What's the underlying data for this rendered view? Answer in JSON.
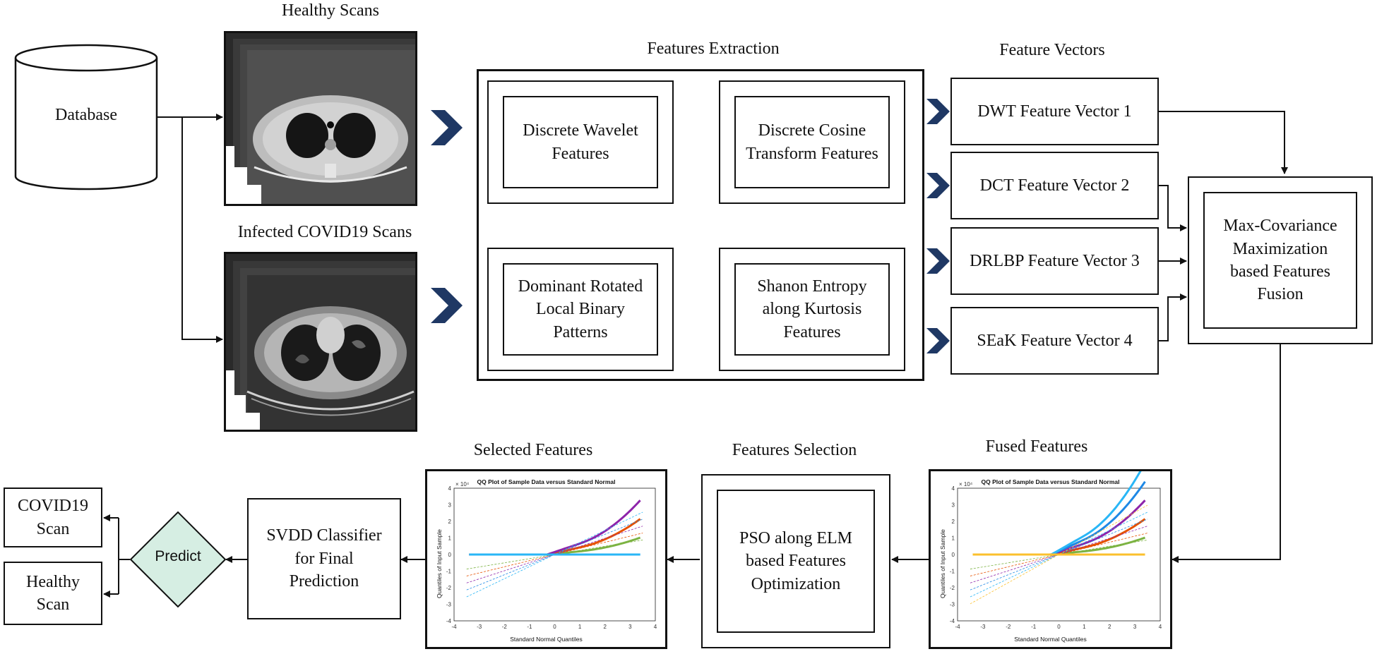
{
  "labels": {
    "healthy_scans": "Healthy Scans",
    "infected_scans": "Infected COVID19 Scans",
    "features_extraction": "Features Extraction",
    "feature_vectors": "Feature Vectors",
    "fused_features": "Fused Features",
    "features_selection": "Features Selection",
    "selected_features": "Selected Features"
  },
  "database": "Database",
  "extraction_methods": [
    "Discrete Wavelet\nFeatures",
    "Discrete Cosine\nTransform Features",
    "Dominant Rotated\nLocal Binary\nPatterns",
    "Shanon Entropy\nalong Kurtosis\nFeatures"
  ],
  "vectors": [
    "DWT Feature Vector 1",
    "DCT Feature Vector 2",
    "DRLBP Feature Vector 3",
    "SEaK Feature Vector 4"
  ],
  "fusion": "Max-Covariance\nMaximization\nbased Features\nFusion",
  "optimization": "PSO along ELM\nbased Features\nOptimization",
  "classifier": "SVDD Classifier\nfor Final\nPrediction",
  "predict": "Predict",
  "outputs": [
    "COVID19\nScan",
    "Healthy\nScan"
  ],
  "plots": {
    "title": "QQ Plot of Sample Data versus Standard Normal",
    "xlabel": "Standard Normal Quantiles",
    "ylabel": "Quantiles of Input Sample",
    "exponent": "× 10⁴",
    "x_ticks": [
      "-4",
      "-3",
      "-2",
      "-1",
      "0",
      "1",
      "2",
      "3",
      "4"
    ],
    "y_ticks": [
      "4",
      "3",
      "2",
      "1",
      "0",
      "-1",
      "-2",
      "-3",
      "-4"
    ]
  },
  "colors": {
    "predict_fill": "#d6eee3",
    "chevron": "#1f3864",
    "qq_series": [
      "#7cb342",
      "#e65100",
      "#8e24aa",
      "#1e88e5",
      "#29b6f6",
      "#fbc02d",
      "#c62828"
    ]
  }
}
